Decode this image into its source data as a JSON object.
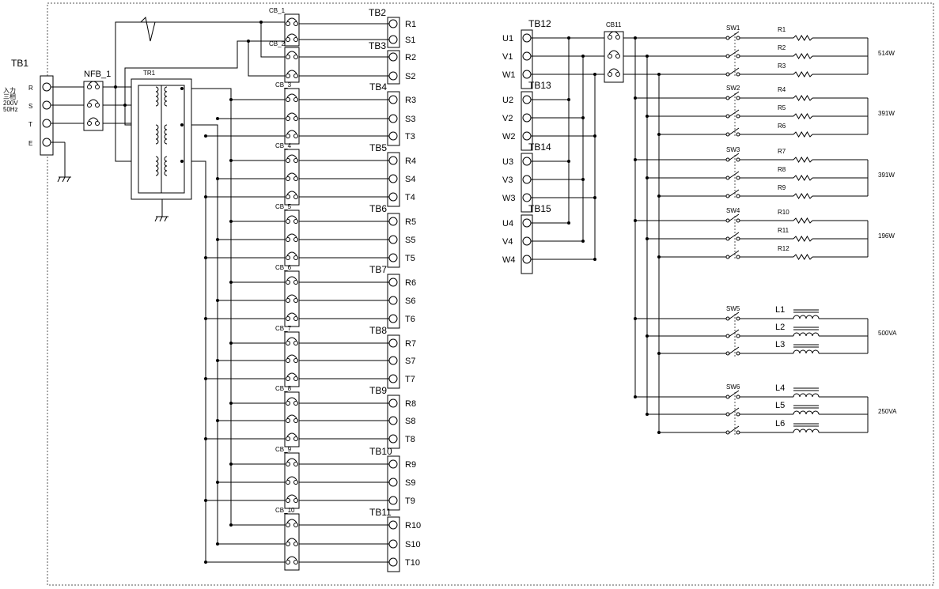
{
  "input": {
    "block": "TB1",
    "terminals": [
      "R",
      "S",
      "T",
      "E"
    ],
    "spec": [
      "入力",
      "三相",
      "200V",
      "50Hz"
    ]
  },
  "nfb": "NFB_1",
  "transformer": "TR1",
  "left_breakers": [
    {
      "cb": "CB_1",
      "tb": "TB2",
      "outputs": [
        "R1",
        "S1"
      ]
    },
    {
      "cb": "CB_2",
      "tb": "TB3",
      "outputs": [
        "R2",
        "S2"
      ]
    },
    {
      "cb": "CB_3",
      "tb": "TB4",
      "outputs": [
        "R3",
        "S3",
        "T3"
      ]
    },
    {
      "cb": "CB_4",
      "tb": "TB5",
      "outputs": [
        "R4",
        "S4",
        "T4"
      ]
    },
    {
      "cb": "CB_5",
      "tb": "TB6",
      "outputs": [
        "R5",
        "S5",
        "T5"
      ]
    },
    {
      "cb": "CB_6",
      "tb": "TB7",
      "outputs": [
        "R6",
        "S6",
        "T6"
      ]
    },
    {
      "cb": "CB_7",
      "tb": "TB8",
      "outputs": [
        "R7",
        "S7",
        "T7"
      ]
    },
    {
      "cb": "CB_8",
      "tb": "TB9",
      "outputs": [
        "R8",
        "S8",
        "T8"
      ]
    },
    {
      "cb": "CB_9",
      "tb": "TB10",
      "outputs": [
        "R9",
        "S9",
        "T9"
      ]
    },
    {
      "cb": "CB_10",
      "tb": "TB11",
      "outputs": [
        "R10",
        "S10",
        "T10"
      ]
    }
  ],
  "right_blocks": [
    {
      "tb": "TB12",
      "terminals": [
        "U1",
        "V1",
        "W1"
      ]
    },
    {
      "tb": "TB13",
      "terminals": [
        "U2",
        "V2",
        "W2"
      ]
    },
    {
      "tb": "TB14",
      "terminals": [
        "U3",
        "V3",
        "W3"
      ]
    },
    {
      "tb": "TB15",
      "terminals": [
        "U4",
        "V4",
        "W4"
      ]
    }
  ],
  "right_breaker": "CB11",
  "switch_groups": [
    {
      "sw": "SW1",
      "loads": [
        "R1",
        "R2",
        "R3"
      ],
      "rating": "514W",
      "kind": "resistor"
    },
    {
      "sw": "SW2",
      "loads": [
        "R4",
        "R5",
        "R6"
      ],
      "rating": "391W",
      "kind": "resistor"
    },
    {
      "sw": "SW3",
      "loads": [
        "R7",
        "R8",
        "R9"
      ],
      "rating": "391W",
      "kind": "resistor"
    },
    {
      "sw": "SW4",
      "loads": [
        "R10",
        "R11",
        "R12"
      ],
      "rating": "196W",
      "kind": "resistor"
    },
    {
      "sw": "SW5",
      "loads": [
        "L1",
        "L2",
        "L3"
      ],
      "rating": "500VA",
      "kind": "inductor"
    },
    {
      "sw": "SW6",
      "loads": [
        "L4",
        "L5",
        "L6"
      ],
      "rating": "250VA",
      "kind": "inductor"
    }
  ]
}
